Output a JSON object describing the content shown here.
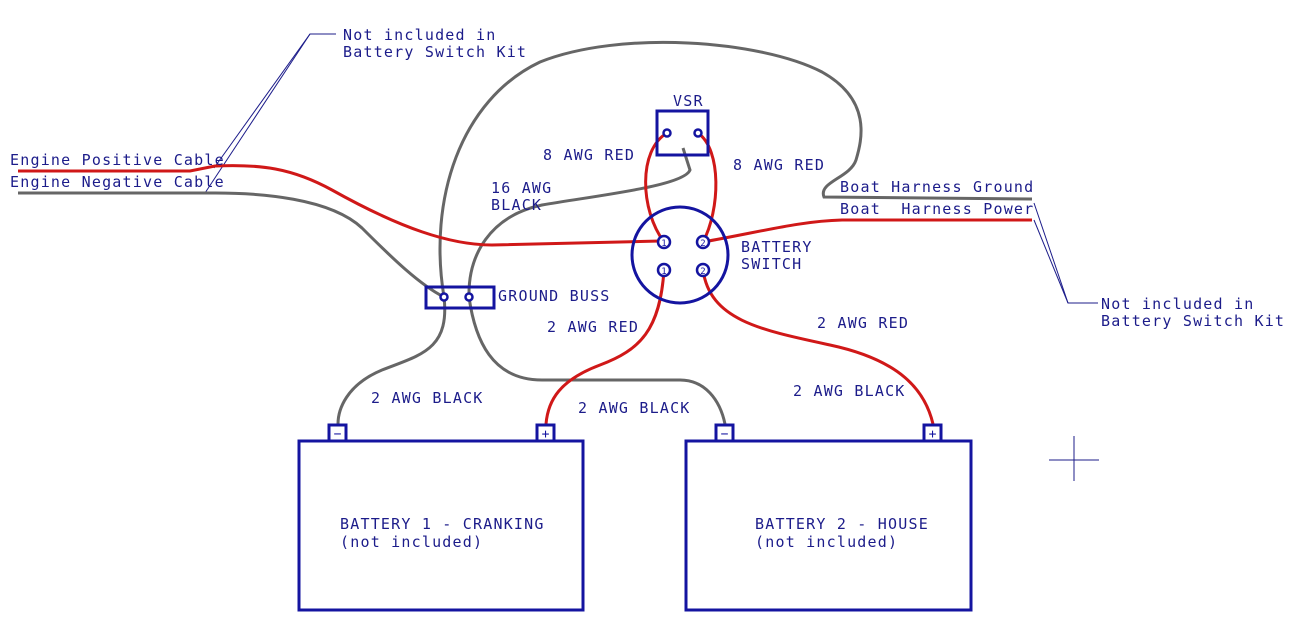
{
  "title": "Battery switch wiring diagram",
  "colors": {
    "outline": "#1414a0",
    "text": "#1c1c8a",
    "red_wire": "#d01818",
    "black_wire": "#666666"
  },
  "notes": {
    "top_left_line1": "Not included in",
    "top_left_line2": "Battery Switch Kit",
    "right_line1": "Not included in",
    "right_line2": "Battery Switch Kit"
  },
  "cables": {
    "engine_positive": "Engine Positive Cable",
    "engine_negative": "Engine Negative Cable",
    "boat_harness_ground": "Boat Harness Ground",
    "boat_harness_power": "Boat  Harness Power"
  },
  "components": {
    "vsr": "VSR",
    "battery_switch_line1": "BATTERY",
    "battery_switch_line2": "SWITCH",
    "ground_buss": "GROUND BUSS",
    "switch_terminals": [
      "1",
      "2",
      "1",
      "2"
    ],
    "battery1_line1": "BATTERY 1 - CRANKING",
    "battery1_line2": "(not included)",
    "battery2_line1": "BATTERY 2 - HOUSE",
    "battery2_line2": "(not included)",
    "negative_symbol": "−",
    "positive_symbol": "+"
  },
  "wire_labels": {
    "vsr_left": "8 AWG RED",
    "vsr_right": "8 AWG RED",
    "sense_line1": "16 AWG",
    "sense_line2": "BLACK",
    "switch1_to_batt1": "2 AWG RED",
    "switch2_to_batt2": "2 AWG RED",
    "buss_to_batt1": "2 AWG BLACK",
    "buss_to_batt2": "2 AWG BLACK",
    "batt2_right": "2 AWG BLACK"
  }
}
